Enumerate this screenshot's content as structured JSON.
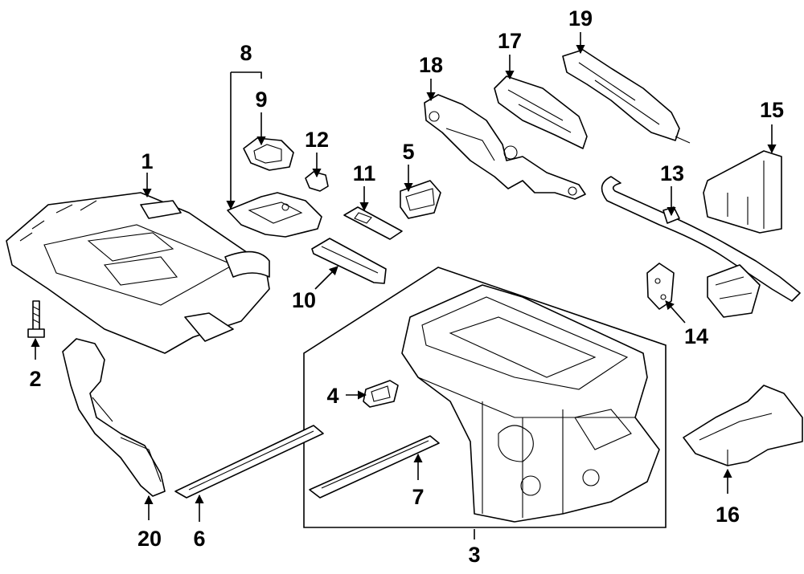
{
  "callouts": [
    "1",
    "2",
    "3",
    "4",
    "5",
    "6",
    "7",
    "8",
    "9",
    "10",
    "11",
    "12",
    "13",
    "14",
    "15",
    "16",
    "17",
    "18",
    "19",
    "20"
  ],
  "colors": {
    "line": "#000000",
    "background": "#ffffff"
  }
}
